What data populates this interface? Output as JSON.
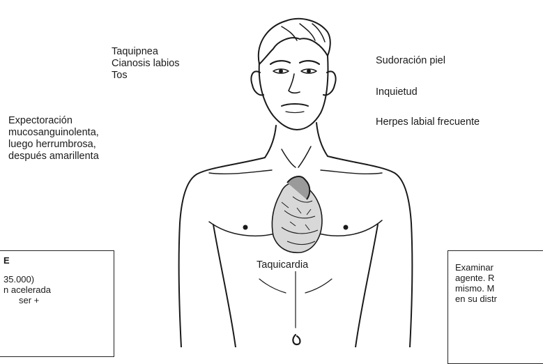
{
  "symptoms": {
    "resp": [
      "Taquipnea",
      "Cianosis labios",
      "Tos"
    ],
    "sputum": [
      "Expectoración",
      "mucosanguinolenta,",
      "luego herrumbrosa,",
      "después amarillenta"
    ],
    "skin": "Sudoración piel",
    "mind": "Inquietud",
    "herpes": "Herpes labial frecuente",
    "heart": "Taquicardia"
  },
  "left_box": {
    "lines": [
      "E",
      "35.000)",
      "n acelerada",
      "ser +"
    ]
  },
  "right_box": {
    "lines": [
      "Examinar",
      "agente. R",
      "mismo. M",
      "en su distr"
    ]
  }
}
